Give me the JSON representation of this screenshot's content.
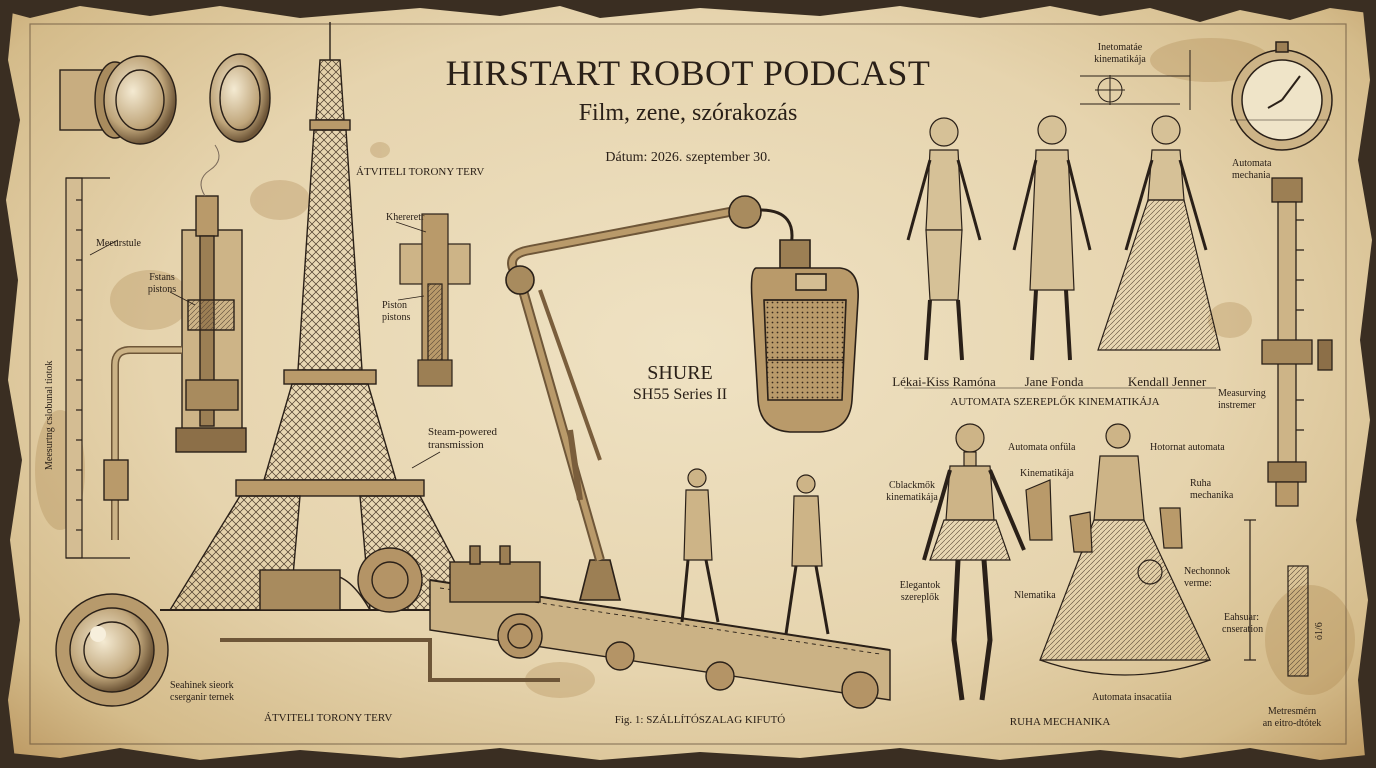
{
  "header": {
    "title": "HIRSTART ROBOT PODCAST",
    "subtitle": "Film, zene, szórakozás",
    "date": "Dátum: 2026. szeptember 30."
  },
  "labels": {
    "tower_plan_top": "ÁTVITELI TORONY TERV",
    "tower_plan_bottom": "ÁTVITELI TORONY TERV",
    "measure_tube": "Meeurstule",
    "pistons_left_1": "Fstans",
    "pistons_left_2": "pistons",
    "vertical_left": "Meesurtng cslobunal tiotok",
    "kherertr": "Khereretr",
    "piston_1": "Piston",
    "piston_2": "pistons",
    "steam_1": "Steam-powered",
    "steam_2": "transmission",
    "lens_1": "Seahinek siеork",
    "lens_2": "cserganir ternek",
    "conveyor": "Fig. 1: SZÁLLÍTÓSZALAG KIFUTÓ",
    "mic_brand": "SHURE",
    "mic_model": "SH55 Series II",
    "kin_top_1": "Inetomatáe",
    "kin_top_2": "kinematikája",
    "auto_mech_1": "Automata",
    "auto_mech_2": "mechania",
    "measuring_1": "Measurving",
    "measuring_2": "instremer",
    "cast_heading": "AUTOMATA SZEREPLŐK KINEMATIKÁJA",
    "auto_onfula": "Automata onfüla",
    "kinematikaja": "Kinematikája",
    "cblackmok_1": "Cblackmők",
    "cblackmok_2": "kinematikája",
    "elegantok_1": "Elegantok",
    "elegantok_2": "szereplők",
    "nlematika": "Nlematika",
    "hotornat": "Hotornat automata",
    "ruha_mech_1": "Ruha",
    "ruha_mech_2": "mechanika",
    "nechonnok_1": "Nechonnok",
    "nechonnok_2": "verme:",
    "eahsuar_1": "Eahsuar:",
    "eahsuar_2": "cnseration",
    "automata_ins": "Automata insacatiia",
    "ruha_heading": "RUHA MECHANIKA",
    "metresmern_1": "Metresmérn",
    "metresmern_2": "an eitro-dtótek",
    "small_vert": "ó1/6"
  },
  "cast": [
    {
      "name": "Lékai-Kiss Ramóna"
    },
    {
      "name": "Jane Fonda"
    },
    {
      "name": "Kendall Jenner"
    }
  ],
  "colors": {
    "paper": "#e8d7b2",
    "ink": "#2a2018",
    "stain": "#b48b52"
  }
}
